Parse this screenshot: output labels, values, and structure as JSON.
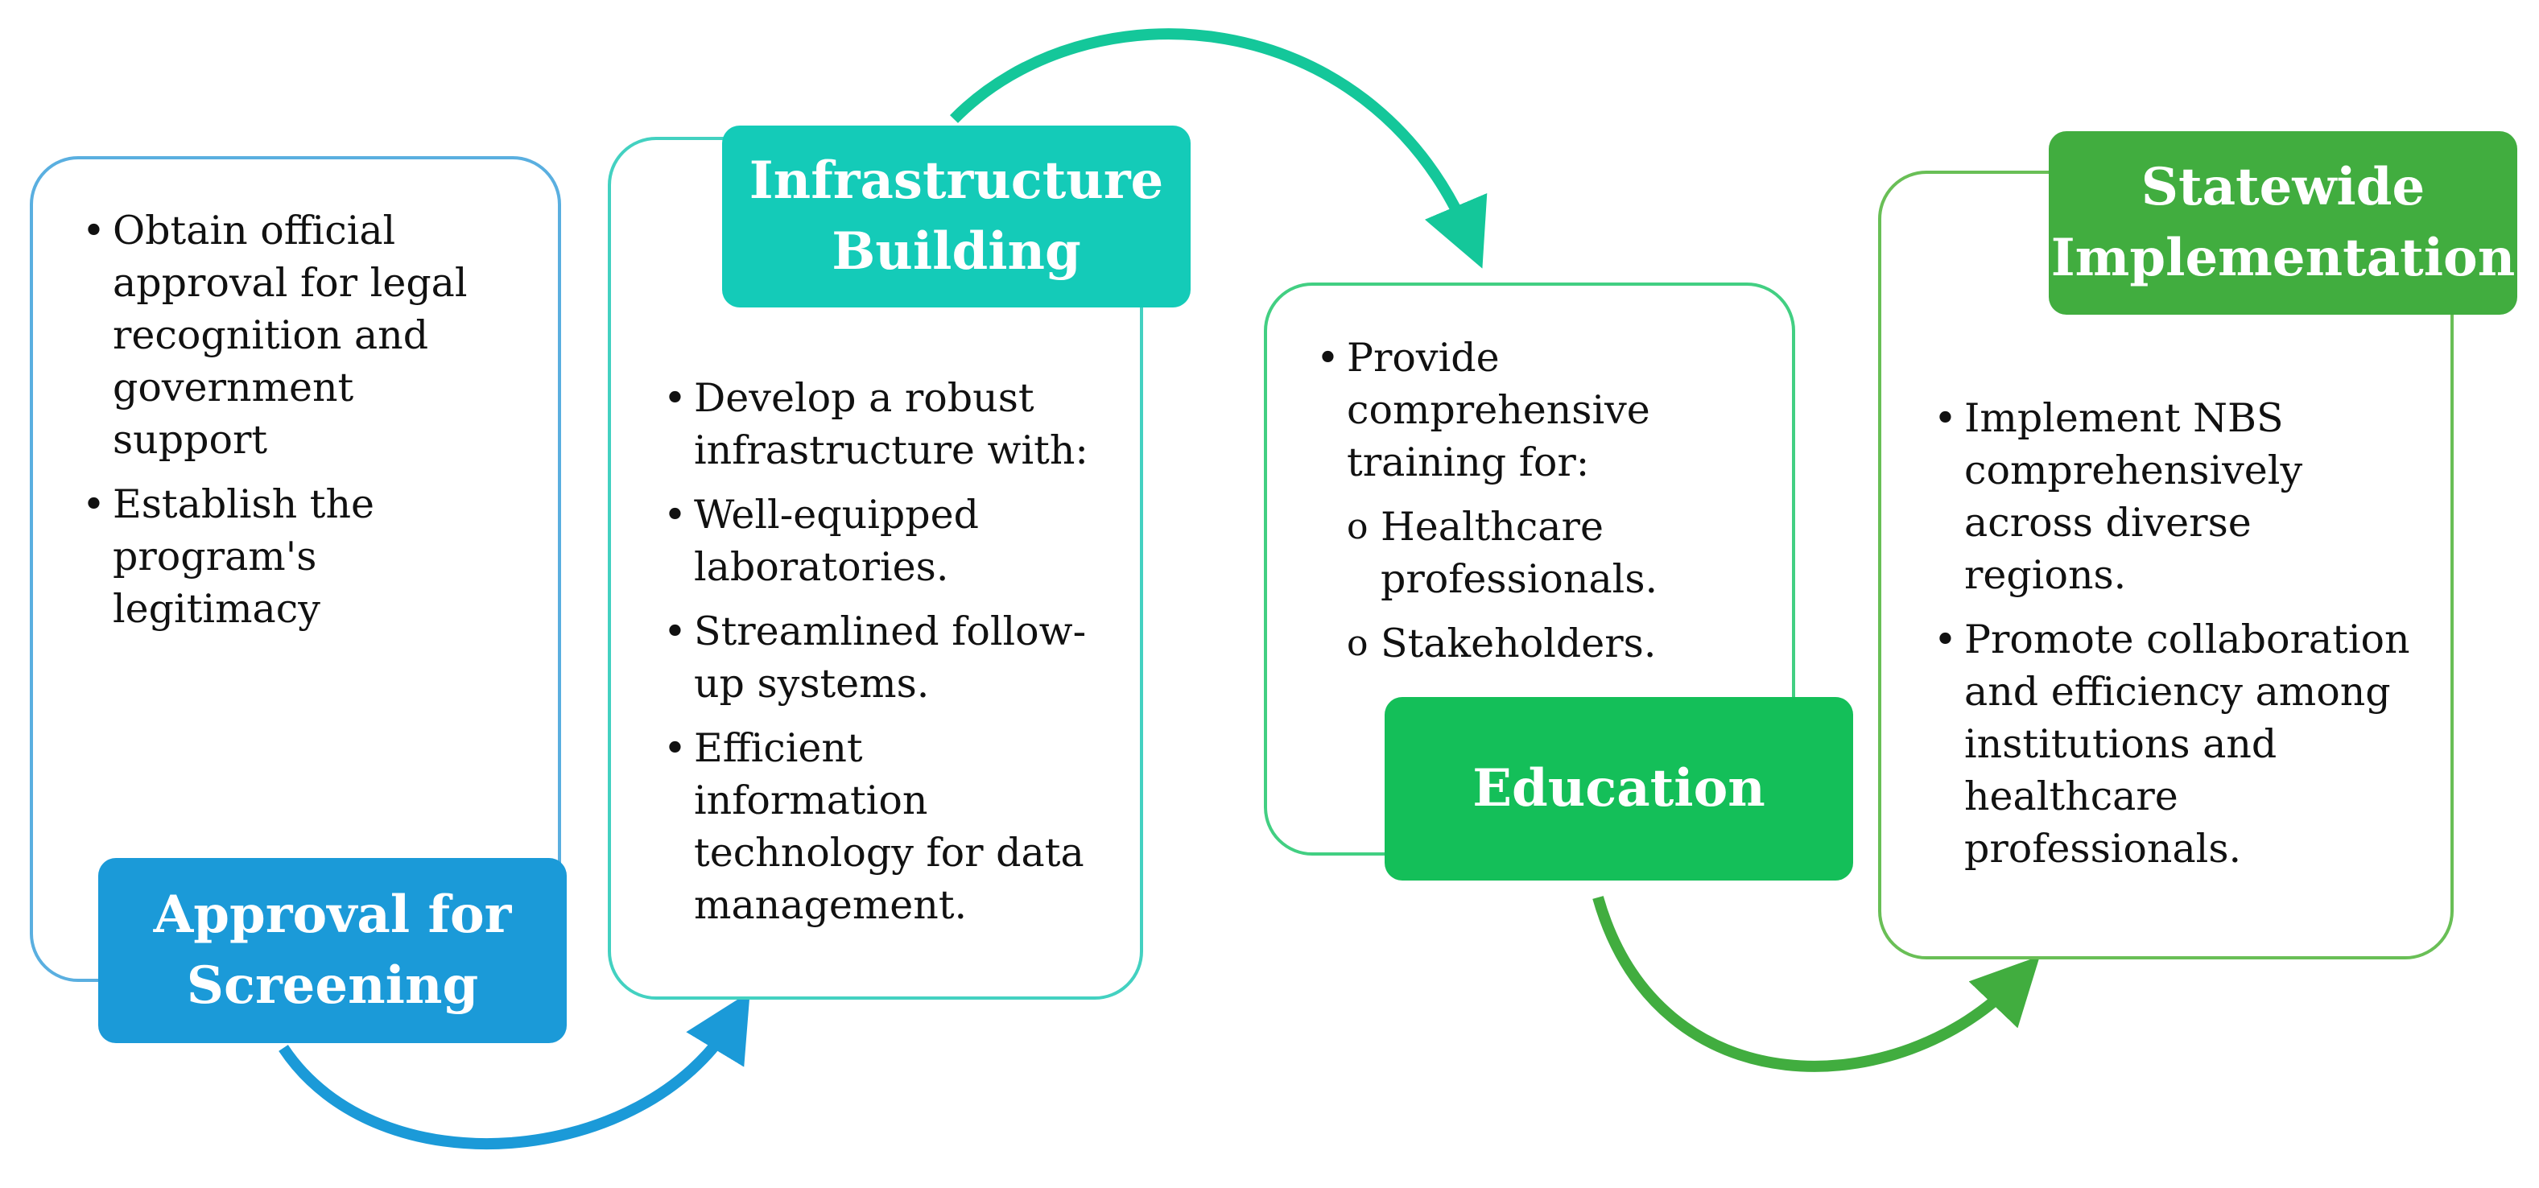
{
  "colors": {
    "blue": "#1b9ad8",
    "teal": "#14cbb8",
    "green": "#14bf59",
    "darkgreen": "#41ad3f",
    "blue_border": "#5aafe0",
    "teal_border": "#43d1c1",
    "green_border": "#42cf82",
    "dkgreen_border": "#69bf56"
  },
  "stages": [
    {
      "title": "Approval for\nScreening",
      "bullets": [
        {
          "text": "Obtain official approval for legal recognition and government support",
          "marker": "•"
        },
        {
          "text": "Establish the program's legitimacy",
          "marker": "•"
        }
      ]
    },
    {
      "title": "Infrastructure\nBuilding",
      "bullets": [
        {
          "text": "Develop a robust infrastructure with:",
          "marker": "•"
        },
        {
          "text": "Well-equipped laboratories.",
          "marker": "•"
        },
        {
          "text": "Streamlined follow-up systems.",
          "marker": "•"
        },
        {
          "text": "Efficient information technology for data management.",
          "marker": "•"
        }
      ]
    },
    {
      "title": "Education",
      "bullets": [
        {
          "text": "Provide comprehensive training for:",
          "marker": "•"
        },
        {
          "text": "Healthcare professionals.",
          "marker": "o"
        },
        {
          "text": "Stakeholders.",
          "marker": "o"
        }
      ]
    },
    {
      "title": "Statewide\nImplementation",
      "bullets": [
        {
          "text": "Implement NBS comprehensively across diverse regions.",
          "marker": "•"
        },
        {
          "text": "Promote collaboration and efficiency among institutions and healthcare professionals.",
          "marker": "•"
        }
      ]
    }
  ]
}
